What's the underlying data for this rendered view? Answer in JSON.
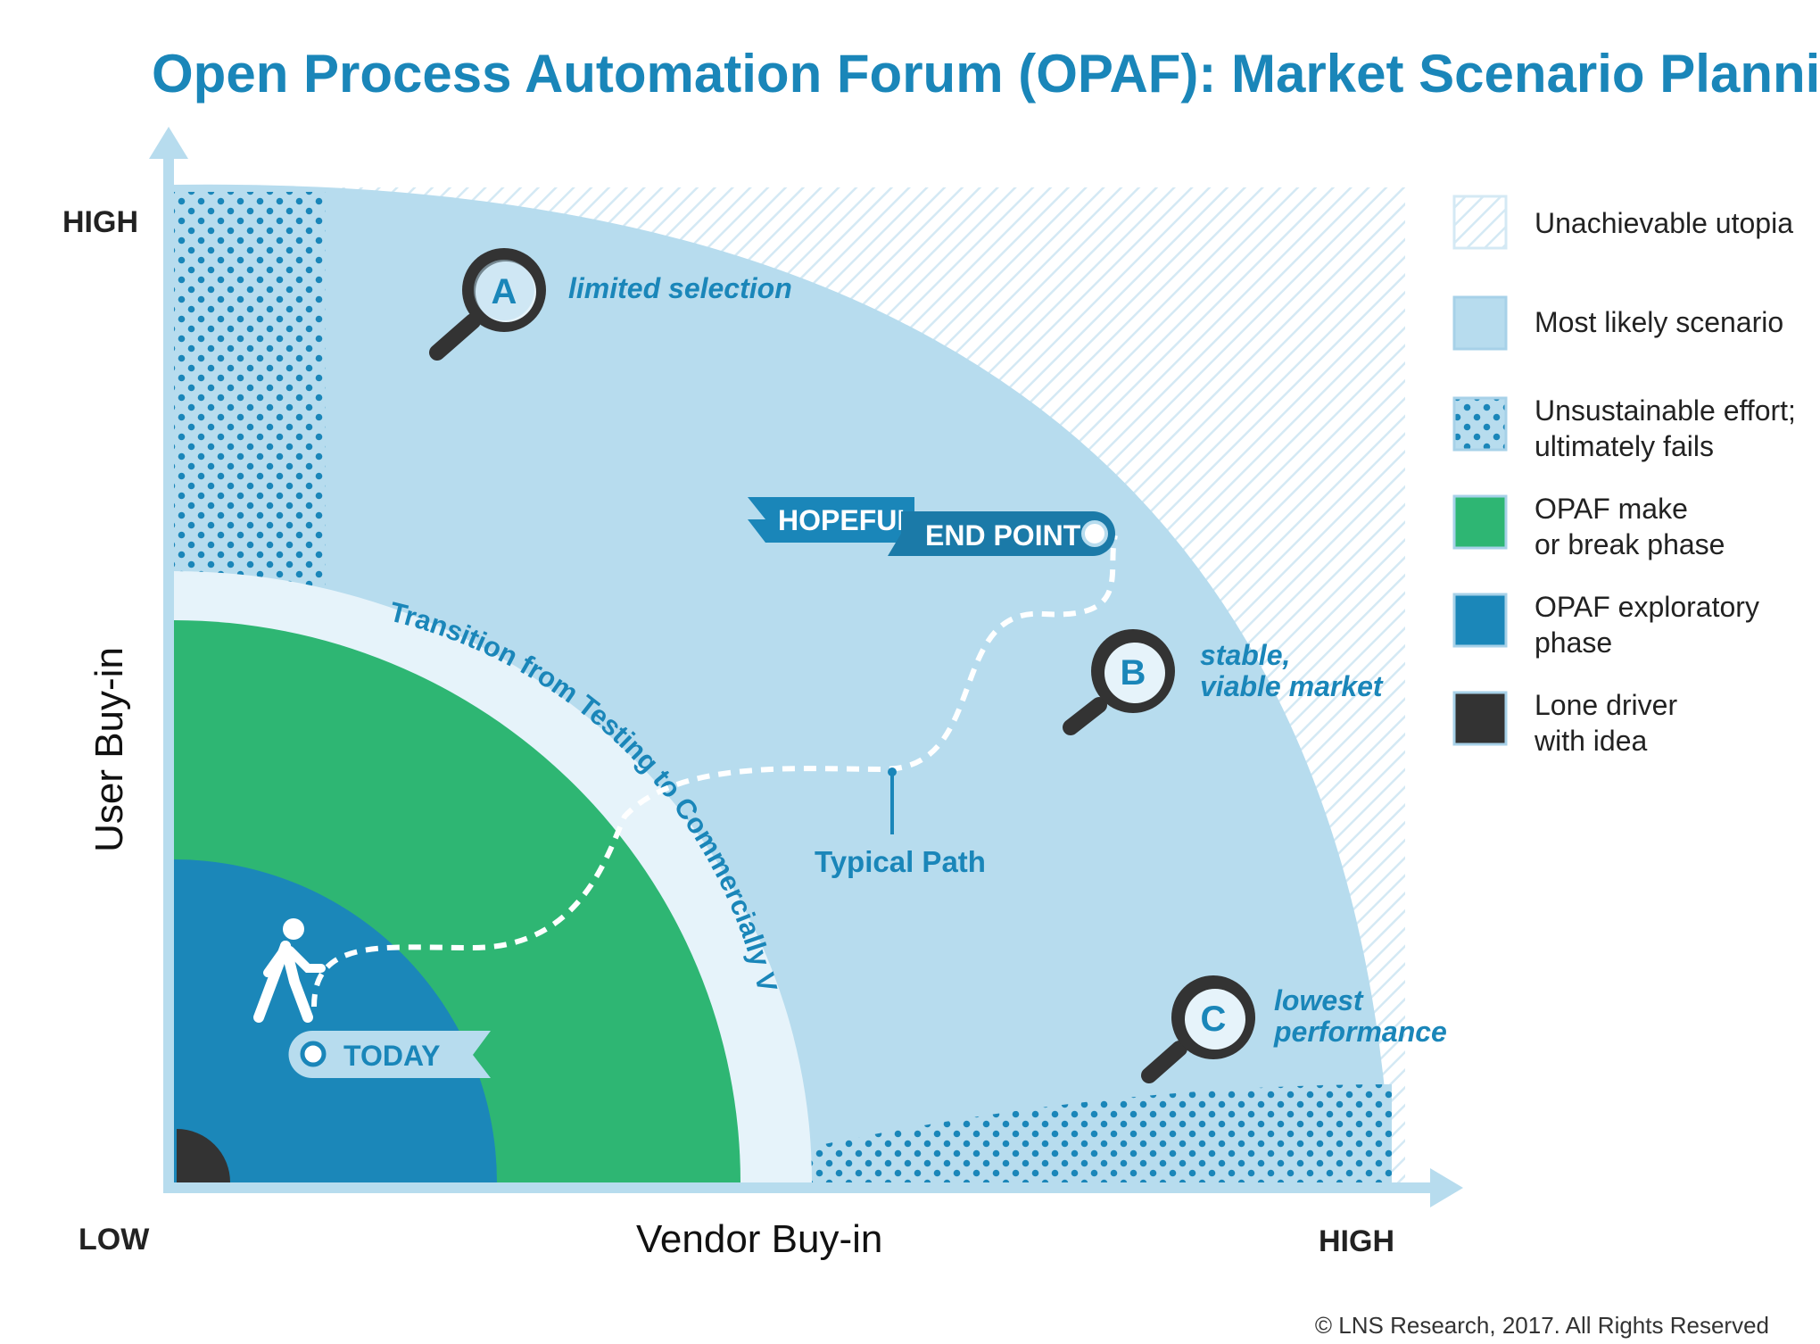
{
  "title": "Open Process Automation Forum (OPAF): Market Scenario Planning",
  "axes": {
    "y_title": "User Buy-in",
    "x_title": "Vendor Buy-in",
    "y_high": "HIGH",
    "x_low": "LOW",
    "x_high": "HIGH"
  },
  "zones": {
    "transition_label": "Transition from Testing to Commercially Viable"
  },
  "markers": {
    "a": {
      "letter": "A",
      "lines": [
        "limited selection"
      ]
    },
    "b": {
      "letter": "B",
      "lines": [
        "stable,",
        "viable market"
      ]
    },
    "c": {
      "letter": "C",
      "lines": [
        "lowest",
        "performance"
      ]
    }
  },
  "path": {
    "hopeful": "HOPEFUL",
    "end_point": "END POINT",
    "typical_path": "Typical Path",
    "today": "TODAY"
  },
  "legend": [
    {
      "key": "unachievable-utopia",
      "lines": [
        "Unachievable utopia"
      ]
    },
    {
      "key": "most-likely",
      "lines": [
        "Most likely scenario"
      ]
    },
    {
      "key": "unsustainable",
      "lines": [
        "Unsustainable effort;",
        "ultimately fails"
      ]
    },
    {
      "key": "make-or-break",
      "lines": [
        "OPAF make",
        "or break phase"
      ]
    },
    {
      "key": "exploratory",
      "lines": [
        "OPAF exploratory",
        "phase"
      ]
    },
    {
      "key": "lone-driver",
      "lines": [
        "Lone driver",
        "with idea"
      ]
    }
  ],
  "colors": {
    "title": "#1a86b9",
    "light_blue": "#b7dcee",
    "dot_blue": "#1a86b9",
    "green": "#2eb673",
    "dark_blue": "#1b87b9",
    "dark": "#333333",
    "pale": "#e6f3fa"
  },
  "copyright": "© LNS Research, 2017. All Rights Reserved"
}
